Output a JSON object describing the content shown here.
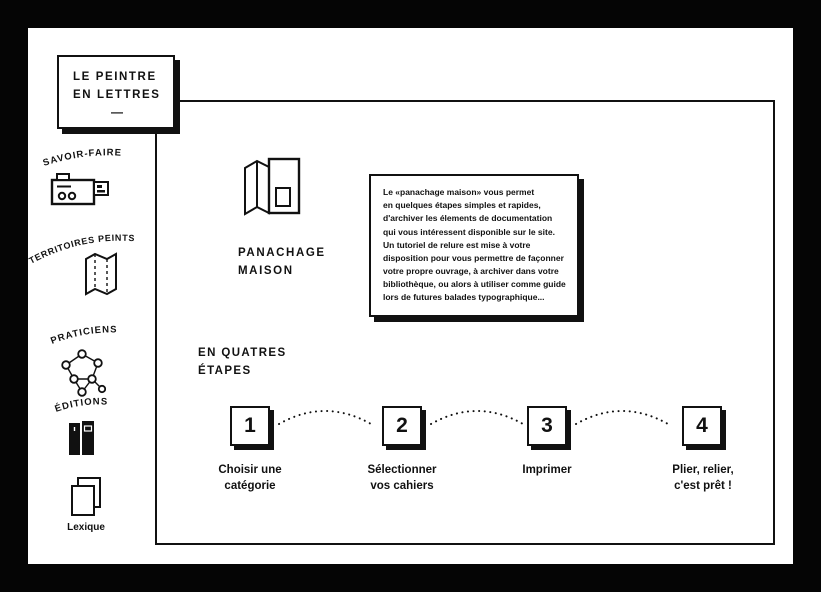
{
  "logo": {
    "line1": "LE PEINTRE",
    "line2": "EN LETTRES",
    "dash": "—"
  },
  "sidebar": {
    "items": [
      {
        "label": "SAVOIR-FAIRE",
        "icon": "press-machine-icon"
      },
      {
        "label": "TERRITOIRES PEINTS",
        "icon": "folded-map-icon"
      },
      {
        "label": "PRATICIENS",
        "icon": "network-icon"
      },
      {
        "label": "ÉDITIONS",
        "icon": "books-icon"
      },
      {
        "label": "Lexique",
        "icon": "pages-icon"
      }
    ]
  },
  "main": {
    "feature": {
      "title": "PANACHAGE\nMAISON",
      "icon": "folded-booklet-icon"
    },
    "description": "Le «panachage maison» vous permet\nen quelques étapes simples et rapides,\nd'archiver les élements de documentation\nqui vous intéressent disponible sur le site.\nUn tutoriel de relure est mise à votre\ndisposition pour vous permettre de façonner\nvotre propre ouvrage, à archiver dans votre\nbibliothèque, ou alors à utiliser comme guide\nlors de futures balades typographique...",
    "steps_heading": "EN QUATRES\nÉTAPES",
    "steps": [
      {
        "number": "1",
        "label": "Choisir une\ncatégorie"
      },
      {
        "number": "2",
        "label": "Sélectionner\nvos cahiers"
      },
      {
        "number": "3",
        "label": "Imprimer"
      },
      {
        "number": "4",
        "label": "Plier, relier,\nc'est prêt !"
      }
    ]
  },
  "colors": {
    "ink": "#111111",
    "paper": "#ffffff",
    "frame": "#000000"
  }
}
